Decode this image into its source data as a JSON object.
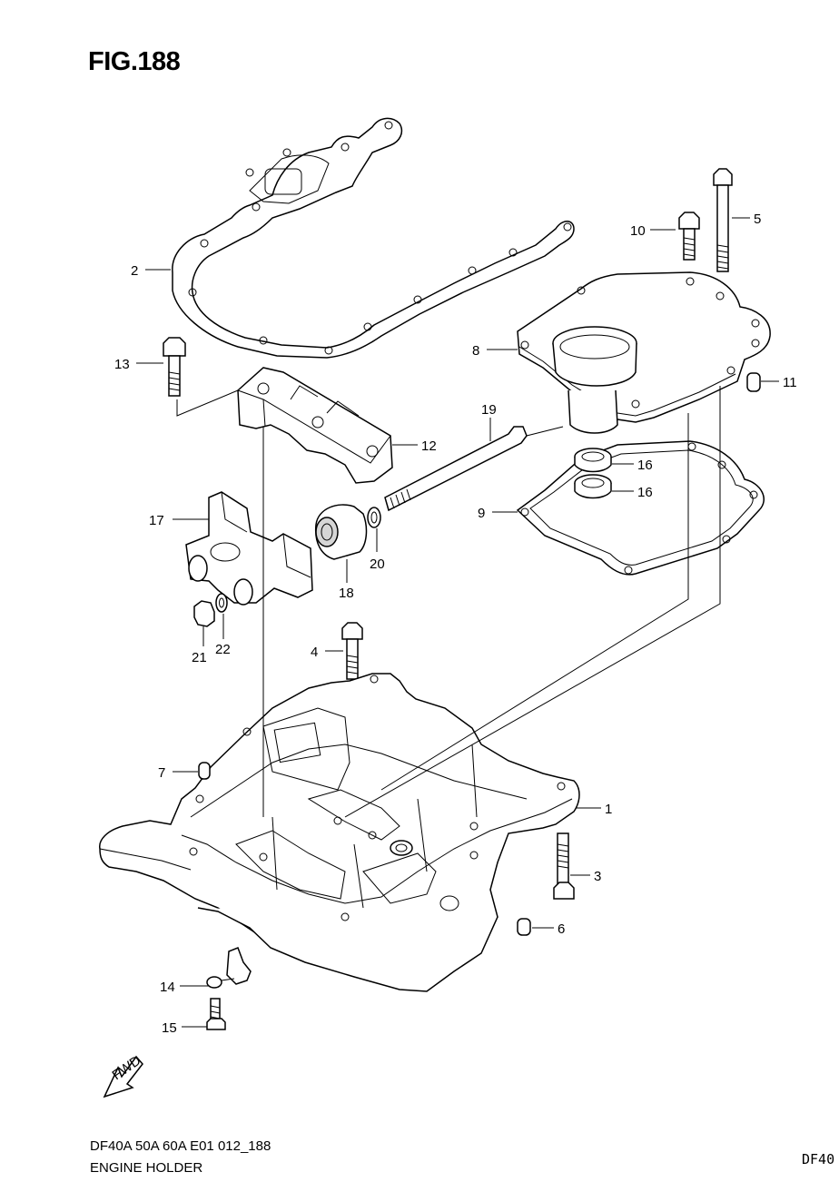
{
  "figure": {
    "title": "FIG.188",
    "model_code": "DF40A 50A 60A E01 012_188",
    "section_name": "ENGINE HOLDER",
    "corner_text": "DF40"
  },
  "callouts": [
    "1",
    "2",
    "3",
    "4",
    "5",
    "6",
    "7",
    "8",
    "9",
    "10",
    "11",
    "12",
    "13",
    "14",
    "15",
    "16",
    "16",
    "17",
    "18",
    "19",
    "20",
    "21",
    "22"
  ],
  "direction_badge": "FWD"
}
